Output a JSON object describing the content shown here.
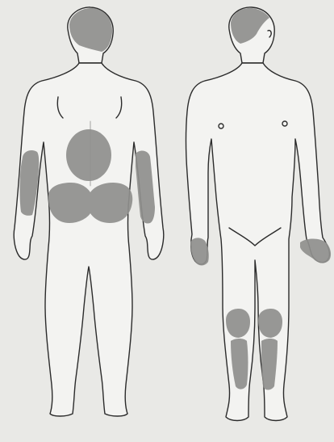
{
  "figure": {
    "views": [
      {
        "key": "back",
        "shaded_regions": [
          "scalp-back",
          "lower-back",
          "buttocks",
          "left-forearm",
          "right-forearm"
        ]
      },
      {
        "key": "front",
        "shaded_regions": [
          "scalp-side",
          "left-hand",
          "right-hand",
          "left-knee",
          "right-knee",
          "left-shin",
          "right-shin"
        ]
      }
    ],
    "colors": {
      "background": "#e9e9e6",
      "body_fill": "#f3f3f1",
      "outline": "#2b2b2b",
      "affected_area": "#8f8f8d"
    }
  }
}
